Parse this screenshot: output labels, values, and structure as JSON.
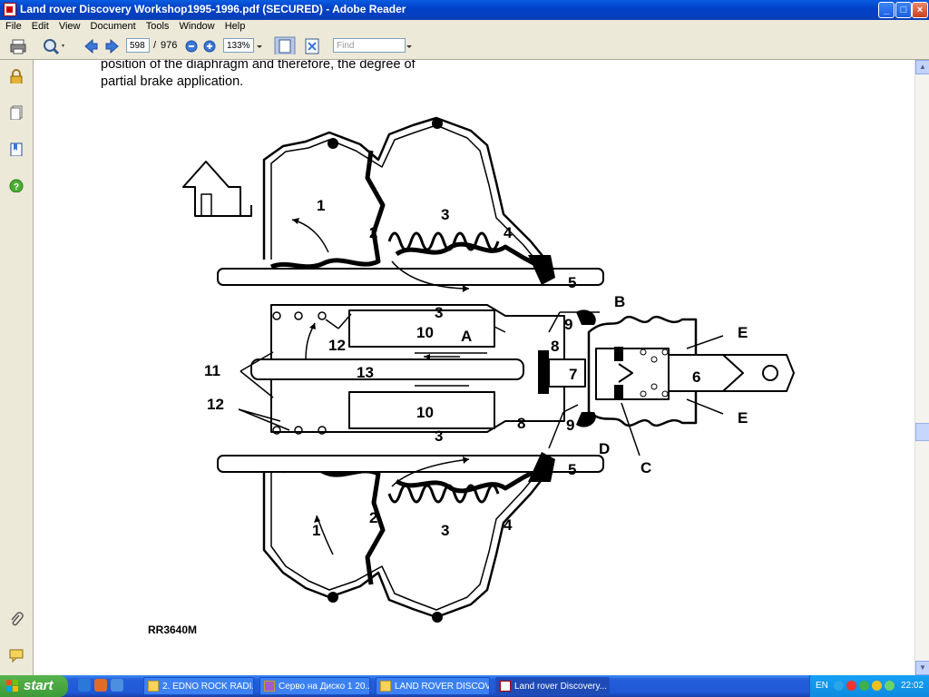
{
  "window": {
    "title": "Land rover Discovery Workshop1995-1996.pdf (SECURED) - Adobe Reader",
    "minimize": "_",
    "maximize": "□",
    "close": "×"
  },
  "menu": [
    "File",
    "Edit",
    "View",
    "Document",
    "Tools",
    "Window",
    "Help"
  ],
  "toolbar": {
    "page_current": "598",
    "page_separator": "/",
    "page_total": "976",
    "zoom": "133%",
    "find_placeholder": "Find"
  },
  "document": {
    "lines": [
      "position of the diaphragm and therefore, the degree of",
      "partial brake application."
    ],
    "figure_code": "RR3640M",
    "labels": {
      "n1": "1",
      "n2": "2",
      "n3": "3",
      "n4": "4",
      "n5": "5",
      "n6": "6",
      "n7": "7",
      "n8": "8",
      "n9": "9",
      "n10": "10",
      "n11": "11",
      "n12": "12",
      "n13": "13",
      "A": "A",
      "B": "B",
      "C": "C",
      "D": "D",
      "E": "E"
    }
  },
  "taskbar": {
    "start": "start",
    "tasks": [
      "2. EDNO ROCK RADI...",
      "Серво на Диско 1 20...",
      "LAND ROVER DISCOV...",
      "Land rover Discovery..."
    ],
    "language": "EN",
    "clock": "22:02"
  },
  "colors": {
    "titlebar": "#0a5ce0",
    "taskbar": "#245edb",
    "start_button": "#3c9c37",
    "chrome": "#ece9d8"
  }
}
